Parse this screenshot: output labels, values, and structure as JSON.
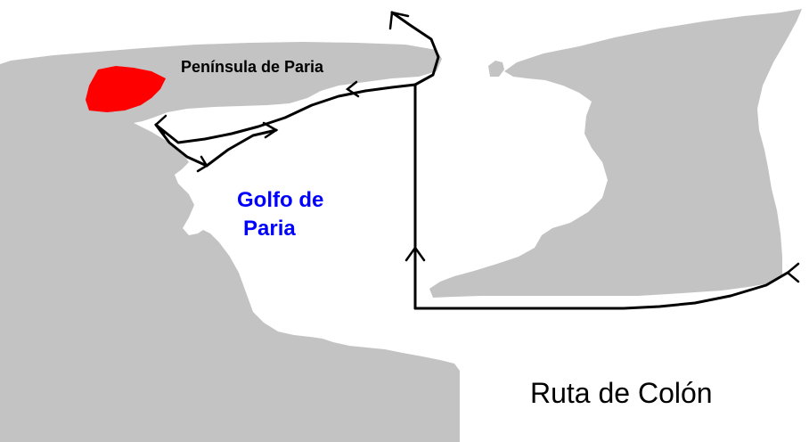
{
  "labels": {
    "peninsula": "Península de Paria",
    "gulf_line1": "Golfo de",
    "gulf_line2": "Paria",
    "title": "Ruta de Colón"
  },
  "colors": {
    "land": "#c3c3c3",
    "water": "#ffffff",
    "highlight": "#ff0000",
    "route": "#000000",
    "gulf_label": "#0000ff"
  },
  "icons": {
    "highlight_region": "red-region-marker",
    "route": "route-path-with-arrowheads"
  }
}
